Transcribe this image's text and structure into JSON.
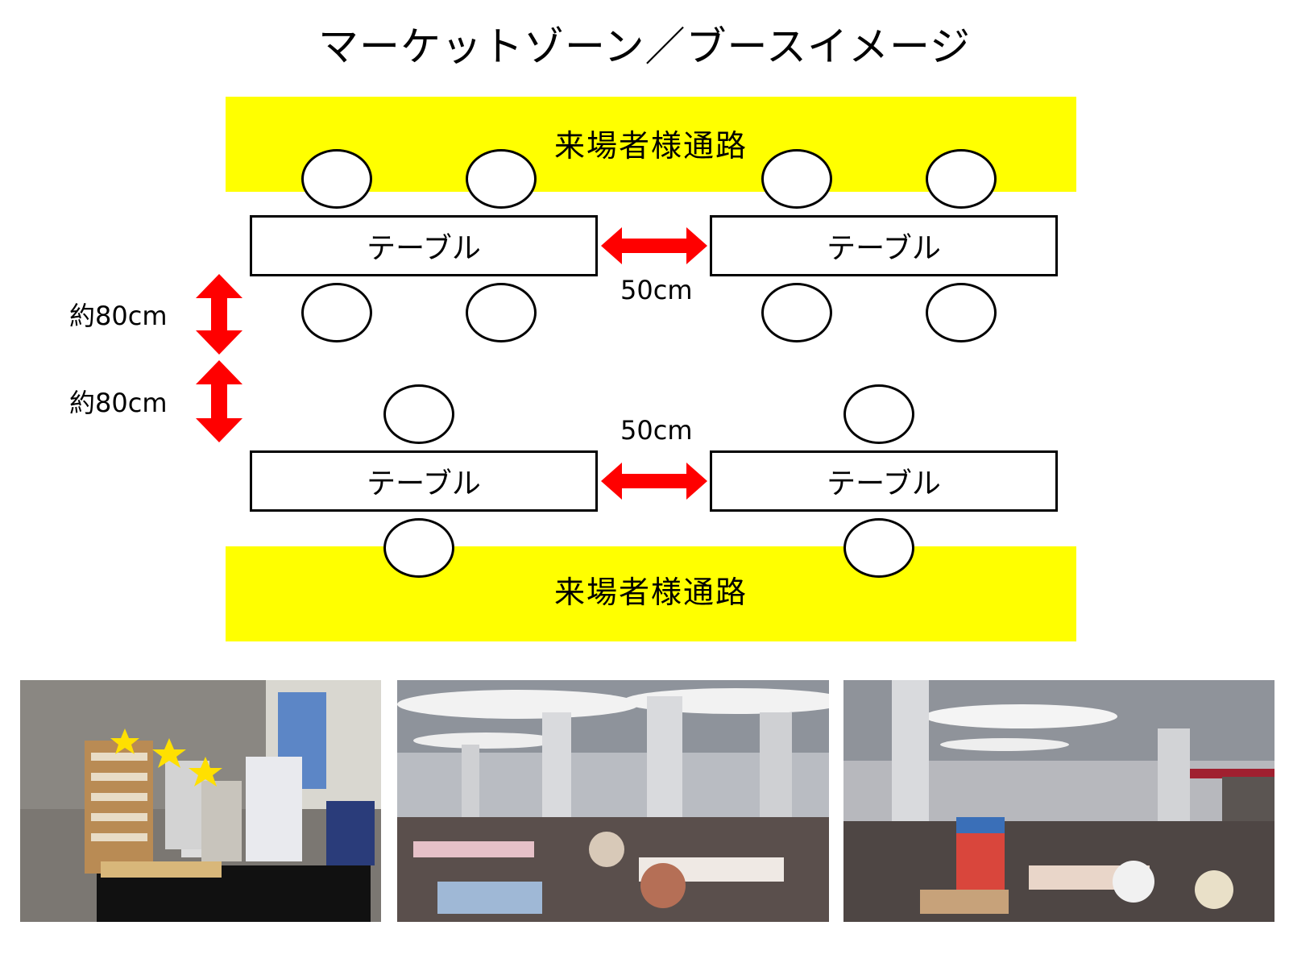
{
  "title": "マーケットゾーン／ブースイメージ",
  "aisle_label": "来場者様通路",
  "table_label": "テーブル",
  "gap_label": "50cm",
  "row_gap_label": "約80cm",
  "colors": {
    "aisle": "#ffff00",
    "arrow": "#ff0000",
    "outline": "#000000"
  }
}
